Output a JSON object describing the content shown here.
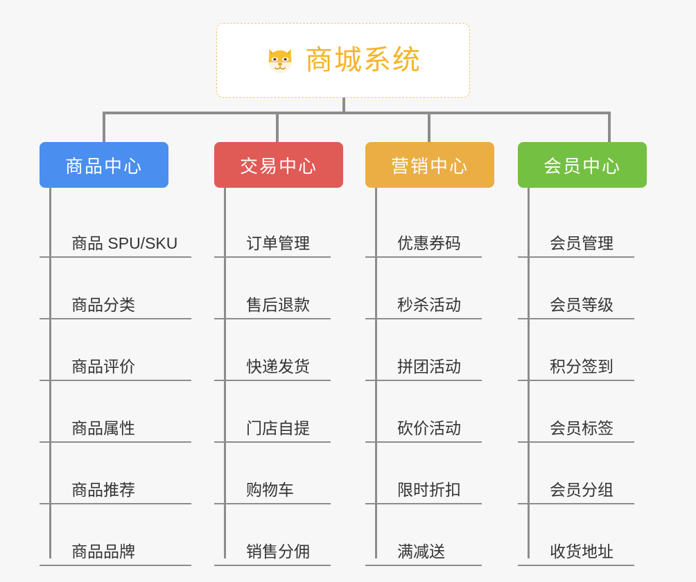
{
  "root": {
    "title": "商城系统",
    "icon": "dog-face-emoji",
    "text_color": "#f5b429",
    "border_color": "#f0c571"
  },
  "canvas": {
    "background": "#f7f7f7",
    "connector_color": "#8c8c8c"
  },
  "groups": [
    {
      "title": "商品中心",
      "color": "#4a8ef0",
      "items": [
        "商品 SPU/SKU",
        "商品分类",
        "商品评价",
        "商品属性",
        "商品推荐",
        "商品品牌"
      ]
    },
    {
      "title": "交易中心",
      "color": "#e05a56",
      "items": [
        "订单管理",
        "售后退款",
        "快递发货",
        "门店自提",
        "购物车",
        "销售分佣"
      ]
    },
    {
      "title": "营销中心",
      "color": "#eaae44",
      "items": [
        "优惠券码",
        "秒杀活动",
        "拼团活动",
        "砍价活动",
        "限时折扣",
        "满减送"
      ]
    },
    {
      "title": "会员中心",
      "color": "#74c043",
      "items": [
        "会员管理",
        "会员等级",
        "积分签到",
        "会员标签",
        "会员分组",
        "收货地址"
      ]
    }
  ]
}
